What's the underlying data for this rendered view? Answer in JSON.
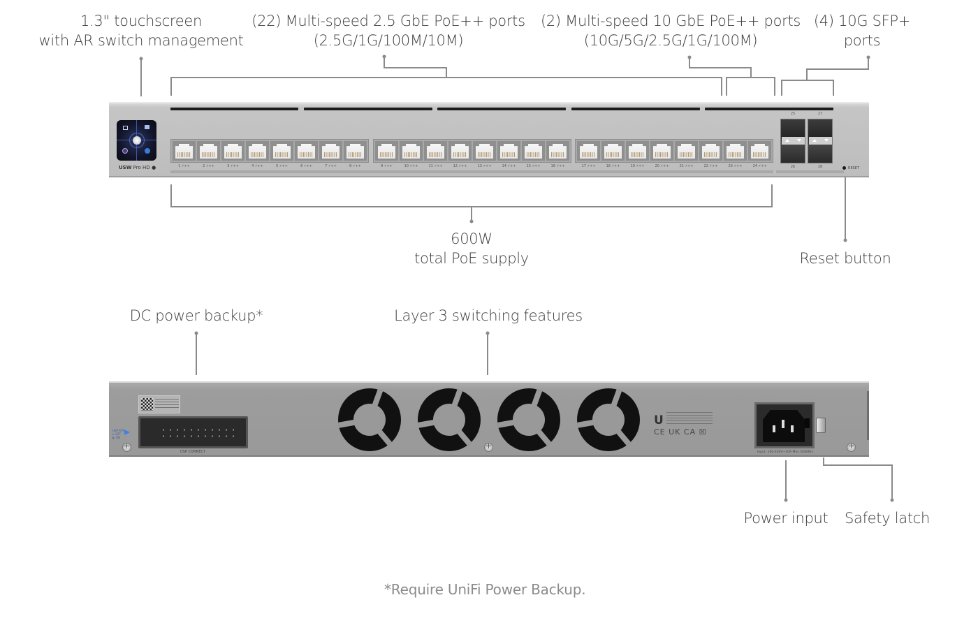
{
  "callouts": {
    "touchscreen": {
      "line1": "1.3\" touchscreen",
      "line2": "with AR switch management"
    },
    "multigig_2_5": {
      "line1": "(22) Multi-speed 2.5 GbE PoE++ ports",
      "line2": "(2.5G/1G/100M/10M)"
    },
    "multigig_10": {
      "line1": "(2) Multi-speed 10 GbE PoE++ ports",
      "line2": "(10G/5G/2.5G/1G/100M)"
    },
    "sfp": {
      "line1": "(4) 10G SFP+",
      "line2": "ports"
    },
    "poe_supply": {
      "line1": "600W",
      "line2": "total PoE supply"
    },
    "reset": {
      "line1": "Reset button"
    },
    "dc_backup": {
      "line1": "DC power backup*"
    },
    "layer3": {
      "line1": "Layer 3 switching features"
    },
    "power_input": {
      "line1": "Power input"
    },
    "safety_latch": {
      "line1": "Safety latch"
    }
  },
  "front_panel": {
    "model_bold": "USW",
    "model_rest": " Pro HD",
    "port_labels": [
      "1",
      "2",
      "3",
      "4",
      "5",
      "6",
      "7",
      "8",
      "9",
      "10",
      "11",
      "12",
      "13",
      "14",
      "15",
      "16",
      "17",
      "18",
      "19",
      "20",
      "21",
      "22",
      "23",
      "24"
    ],
    "poe_suffix": "⚡++",
    "sfp_labels": [
      "25",
      "26",
      "27",
      "28"
    ],
    "reset_label": "RESET"
  },
  "back_panel": {
    "usb_note": [
      "USP RPS",
      "▷ OFF",
      "◐ ON"
    ],
    "dc_label": "USP CONNECT",
    "ui_logo": "U",
    "certifications": "CE UK CA ☒",
    "power_rating": "Input: 100-240V~10A Max 50/60Hz"
  },
  "footnote": "*Require UniFi Power Backup.",
  "colors": {
    "leader_line": "#8a8a8a",
    "text": "#3c3c3c",
    "footnote": "#8b8b8b",
    "chassis_front": "#c5c5c5",
    "chassis_back": "#9d9d9d"
  }
}
